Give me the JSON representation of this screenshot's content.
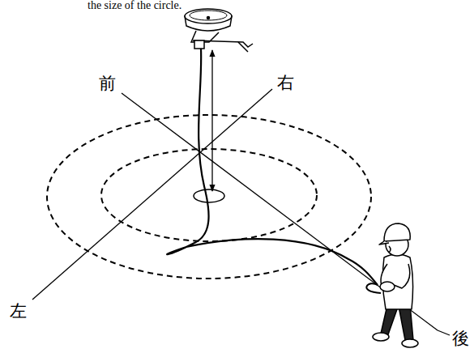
{
  "diagram": {
    "labels": [
      "the size of the circle.",
      "前",
      "右",
      "左",
      "後"
    ]
  }
}
